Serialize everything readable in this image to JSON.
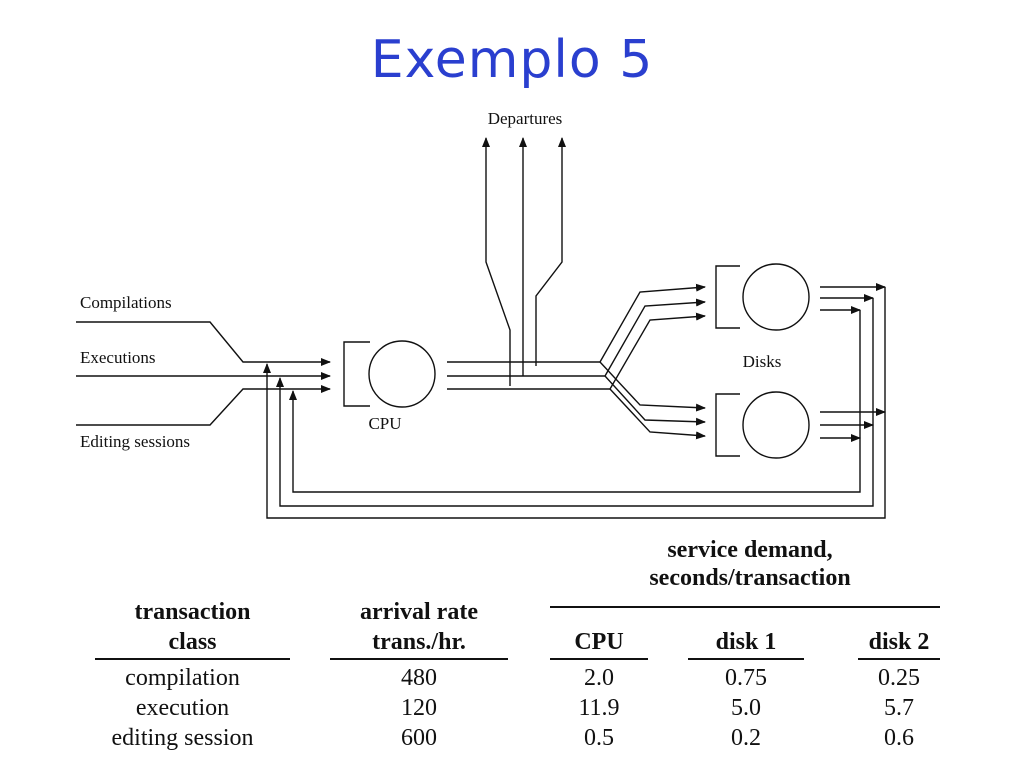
{
  "title": "Exemplo 5",
  "diagram": {
    "departures_label": "Departures",
    "compilations_label": "Compilations",
    "executions_label": "Executions",
    "editing_label": "Editing sessions",
    "cpu_label": "CPU",
    "disks_label": "Disks"
  },
  "table": {
    "group_header": [
      "service demand,",
      "seconds/transaction"
    ],
    "col_class": [
      "transaction",
      "class"
    ],
    "col_rate": [
      "arrival rate",
      "trans./hr."
    ],
    "col_cpu": "CPU",
    "col_disk1": "disk 1",
    "col_disk2": "disk 2",
    "rows": [
      {
        "cls": "compilation",
        "rate": "480",
        "cpu": "2.0",
        "disk1": "0.75",
        "disk2": "0.25"
      },
      {
        "cls": "execution",
        "rate": "120",
        "cpu": "11.9",
        "disk1": "5.0",
        "disk2": "5.7"
      },
      {
        "cls": "editing session",
        "rate": "600",
        "cpu": "0.5",
        "disk1": "0.2",
        "disk2": "0.6"
      }
    ]
  }
}
